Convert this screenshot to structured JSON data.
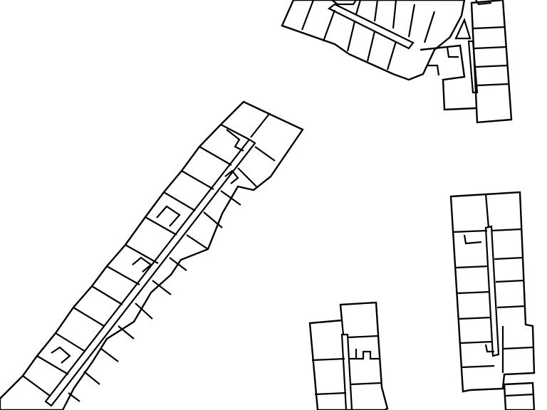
{
  "map": {
    "background_color": "#ffffff",
    "line_color": "#000000",
    "fill": "none",
    "text_labels": [],
    "buildings": [
      "diagonal-terrace-block",
      "northeast-terrace-block",
      "east-terrace-block",
      "south-terrace-block"
    ]
  }
}
